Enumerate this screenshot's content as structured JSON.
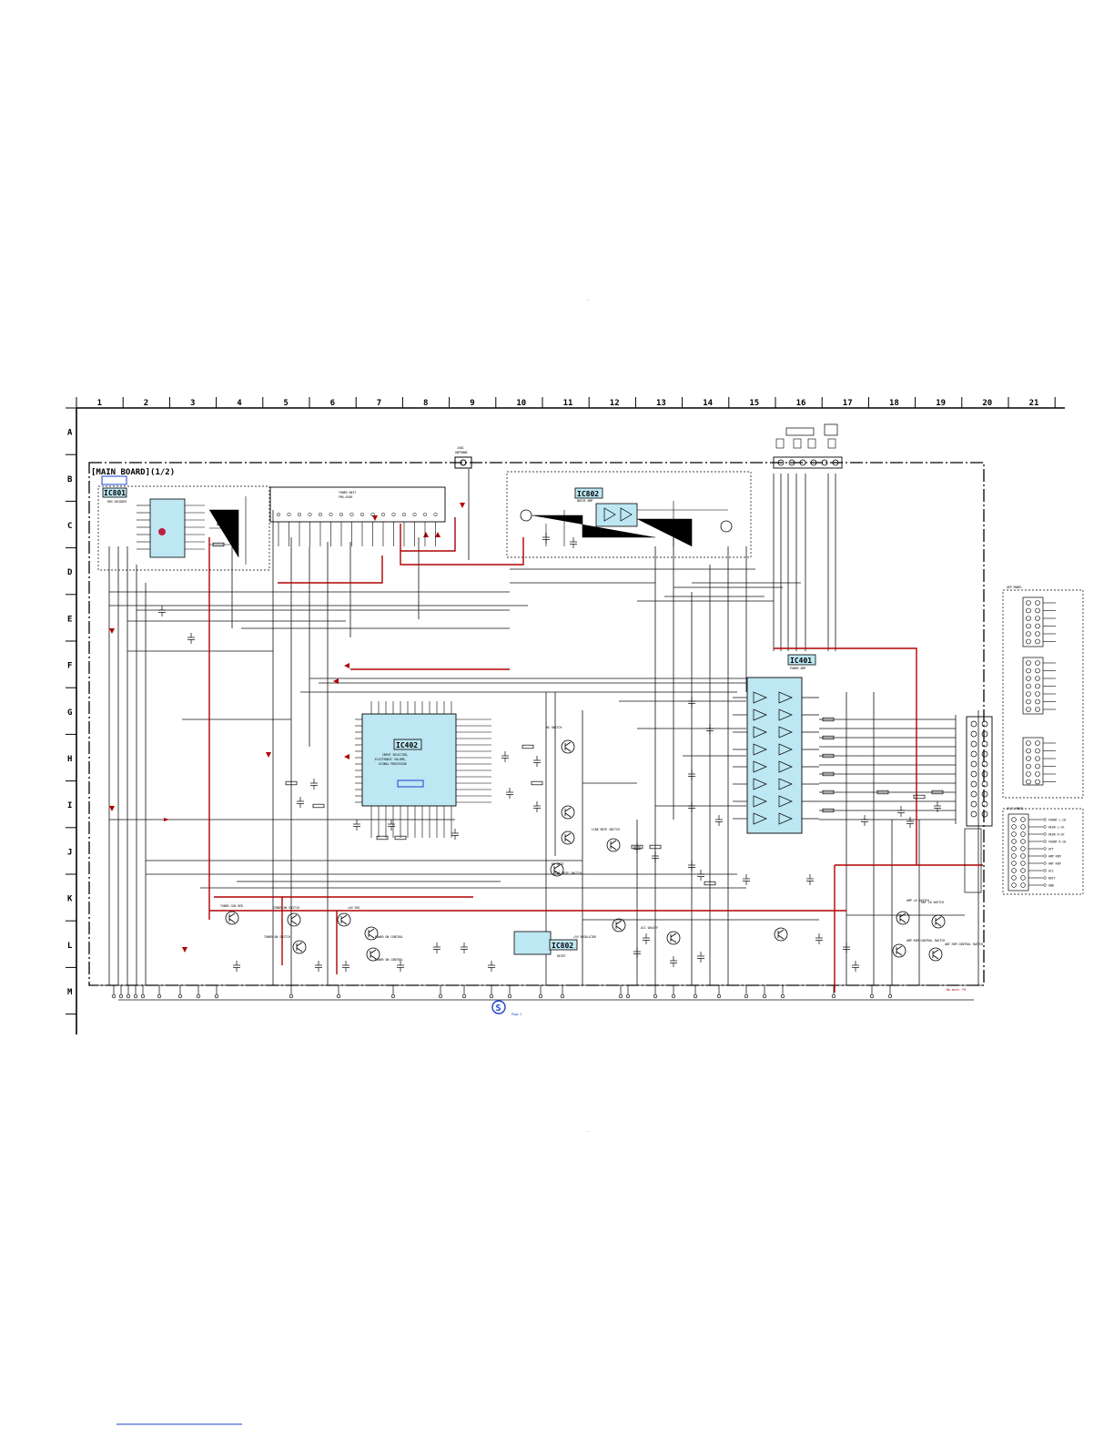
{
  "grid": {
    "columns": [
      "1",
      "2",
      "3",
      "4",
      "5",
      "6",
      "7",
      "8",
      "9",
      "10",
      "11",
      "12",
      "13",
      "14",
      "15",
      "16",
      "17",
      "18",
      "19",
      "20",
      "21"
    ],
    "rows": [
      "A",
      "B",
      "C",
      "D",
      "E",
      "F",
      "G",
      "H",
      "I",
      "J",
      "K",
      "L",
      "M"
    ]
  },
  "board_title": "[MAIN BOARD](1/2)",
  "chips": {
    "ic801": {
      "ref": "IC801",
      "desc": "RDS DECODER"
    },
    "ic802_top": {
      "ref": "IC802",
      "desc": "NOISE AMP"
    },
    "ic402": {
      "ref": "IC402",
      "desc": "INPUT SELECTOR, ELECTRONIC VOLUME, SIGNAL PROCESSOR"
    },
    "ic401": {
      "ref": "IC401",
      "desc": "POWER AMP"
    },
    "ic802_bot": {
      "ref": "IC802",
      "desc": "RESET"
    }
  },
  "modules": {
    "tuner_unit": {
      "line1": "TUNER UNIT",
      "line2": "FMX-6209"
    },
    "antenna": {
      "ref": "J401",
      "desc": "ANTENNA"
    }
  },
  "transistor_labels": [
    "TUNER CON RED",
    "TUNER ON SWITCH",
    "+6V REG",
    "POWER ON CONTROL",
    "POWER ON CONTROL",
    "TUNER ON SWITCH",
    "+5V REGULATOR",
    "ACC ON/OFF",
    "AMP +B SWITCH",
    "ANT +B SWITCH",
    "AMP REM CONTROL SWITCH",
    "ANT REM CONTROL SWITCH",
    "LINE MUTE SWITCH",
    "LINE MUTE SWITCH",
    "NS SWITCH",
    "NS GATE"
  ],
  "connector_box_top": {
    "label": "AEP MODEL"
  },
  "connector_box_bottom": {
    "label": "US/S MODEL",
    "pins": [
      "FRONT L-CH",
      "REAR L-CH",
      "REAR R-CH",
      "FRONT R-CH",
      "ATT",
      "AMP REM",
      "ANT REM",
      "ACC",
      "BATT",
      "GND"
    ]
  },
  "note_bottom_right": "No mark: FM",
  "s_marker": "S",
  "s_marker_note": "Page 1",
  "colors": {
    "chip_fill": "#bde7f2",
    "signal_red": "#b00000",
    "line": "#111111"
  }
}
